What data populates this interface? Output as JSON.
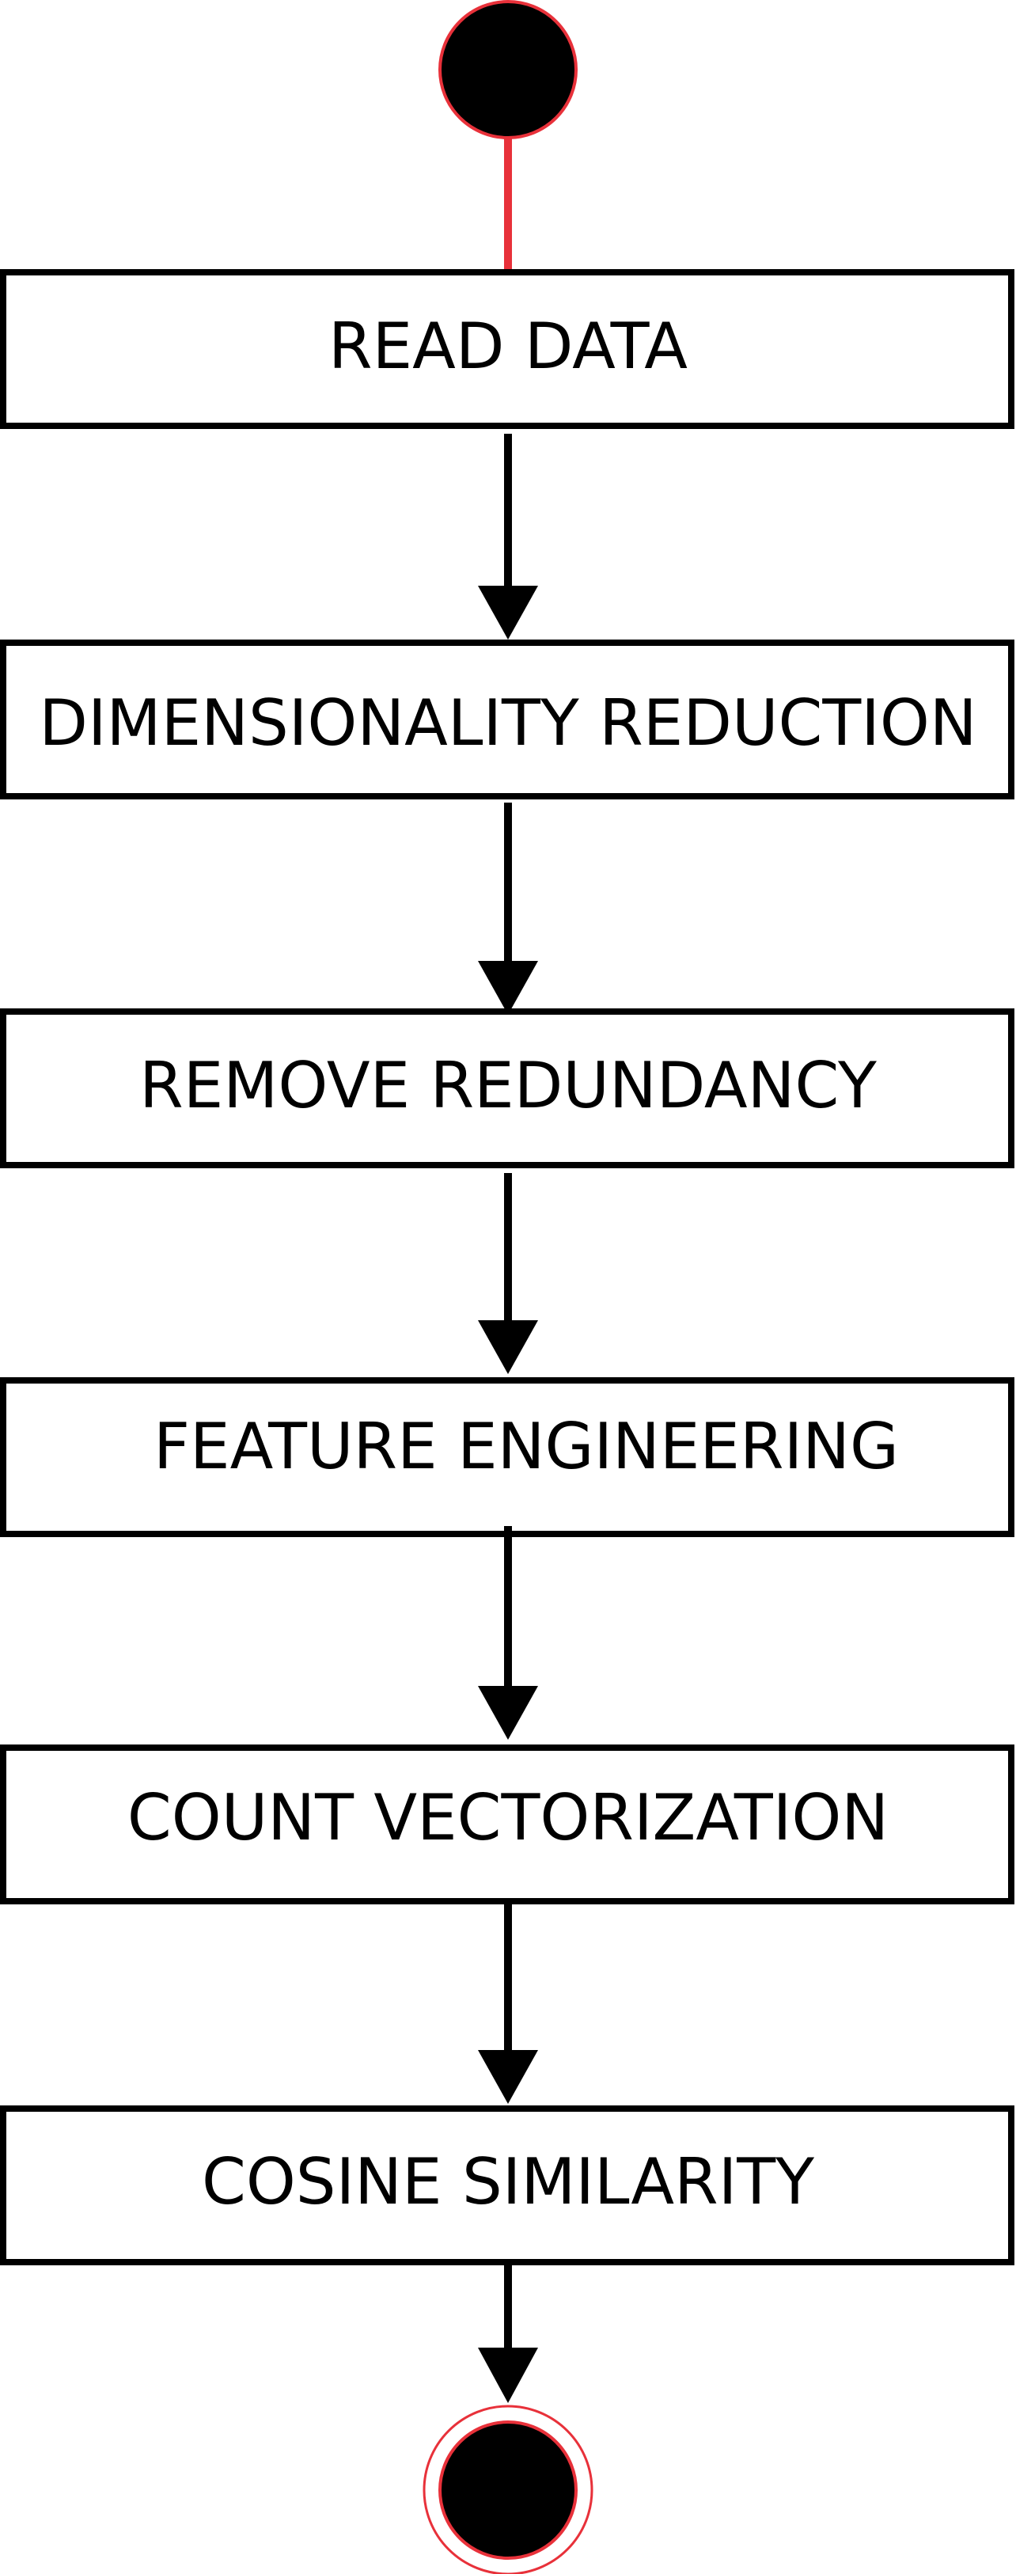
{
  "diagram": {
    "steps": [
      {
        "label": "READ DATA"
      },
      {
        "label": "DIMENSIONALITY REDUCTION"
      },
      {
        "label": "REMOVE REDUNDANCY"
      },
      {
        "label": "FEATURE ENGINEERING"
      },
      {
        "label": "COUNT VECTORIZATION"
      },
      {
        "label": "COSINE SIMILARITY"
      }
    ],
    "colors": {
      "node_fill": "#000000",
      "node_outline": "#e8313a",
      "start_connector": "#e8313a",
      "arrow": "#000000",
      "box_border": "#000000",
      "box_fill": "#ffffff"
    }
  }
}
